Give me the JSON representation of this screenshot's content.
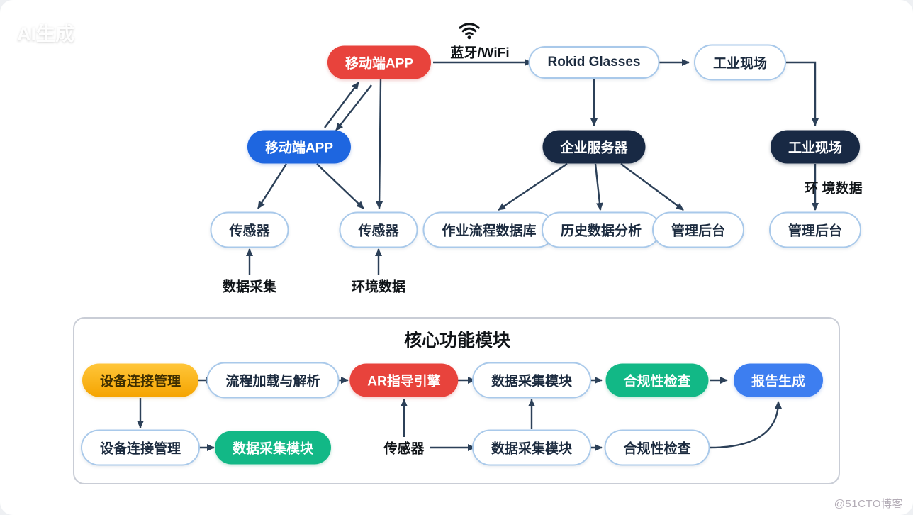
{
  "watermarks": {
    "top_left": "AI生成",
    "bottom_right": "@51CTO博客"
  },
  "diagram": {
    "nodes": {
      "mobile_app_red": "移动端APP",
      "link_label": "蓝牙/WiFi",
      "rokid_glasses": "Rokid Glasses",
      "industrial_site_white": "工业现场",
      "mobile_app_blue": "移动端APP",
      "enterprise_server": "企业服务器",
      "industrial_site_dark": "工业现场",
      "sensor_left": "传感器",
      "sensor_mid": "传感器",
      "workflow_database": "作业流程数据库",
      "history_analysis": "历史数据分析",
      "admin_console_mid": "管理后台",
      "admin_console_right": "管理后台",
      "env_data_vertical": "环 境数据",
      "data_collect_label": "数据采集",
      "env_data_label": "环境数据"
    }
  },
  "core_modules": {
    "title": "核心功能模块",
    "row1": [
      {
        "label": "设备连接管理",
        "style": "yellow"
      },
      {
        "label": "流程加载与解析",
        "style": "white"
      },
      {
        "label": "AR指导引擎",
        "style": "red"
      },
      {
        "label": "数据采集模块",
        "style": "white"
      },
      {
        "label": "合规性检查",
        "style": "green"
      },
      {
        "label": "报告生成",
        "style": "lightblue"
      }
    ],
    "row2": [
      {
        "label": "设备连接管理",
        "style": "white"
      },
      {
        "label": "数据采集模块",
        "style": "green"
      },
      {
        "label": "传感器",
        "style": "text"
      },
      {
        "label": "数据采集模块",
        "style": "white"
      },
      {
        "label": "合规性检查",
        "style": "white"
      }
    ]
  },
  "colors": {
    "red": "#e8433c",
    "blue": "#1e66e0",
    "light_blue": "#3d7ef0",
    "navy": "#182944",
    "green": "#12b886",
    "yellow": "#f5a400",
    "arrow": "#2c4058",
    "pill_border": "#a9c9ea"
  }
}
